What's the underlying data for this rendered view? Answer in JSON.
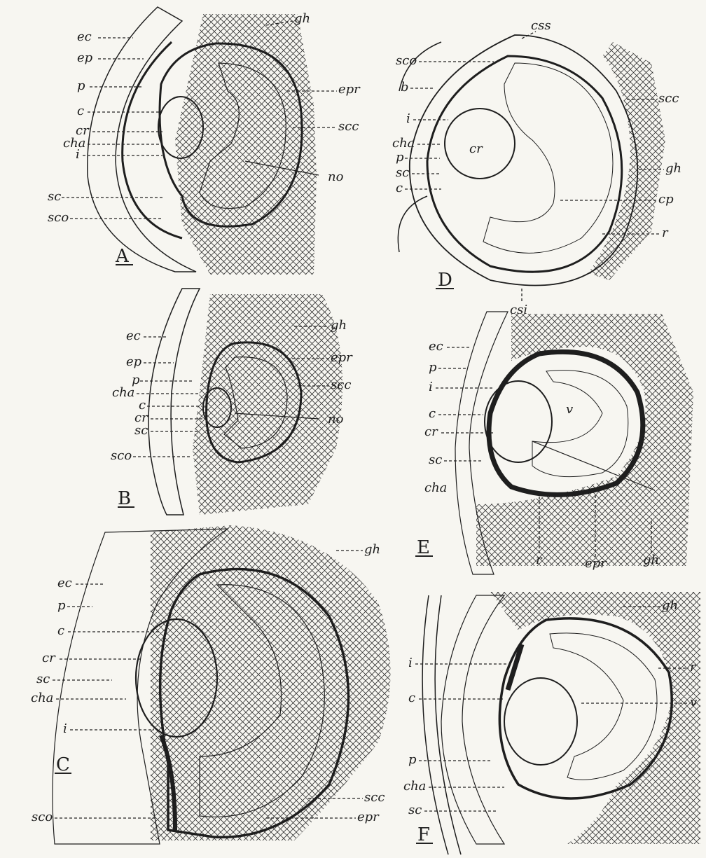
{
  "panels": {
    "A": {
      "letter": "A",
      "labels": {
        "ec": "ec",
        "ep": "ep",
        "p": "p",
        "c": "c",
        "cr": "cr",
        "cha": "cha",
        "i": "i",
        "sc": "sc",
        "sco": "sco",
        "gh": "gh",
        "epr": "epr",
        "scc": "scc",
        "no": "no"
      }
    },
    "B": {
      "letter": "B",
      "labels": {
        "ec": "ec",
        "ep": "ep",
        "p": "p",
        "cha": "cha",
        "c": "c",
        "cr": "cr",
        "sc": "sc",
        "sco": "sco",
        "gh": "gh",
        "epr": "epr",
        "scc": "scc",
        "no": "no"
      }
    },
    "C": {
      "letter": "C",
      "labels": {
        "ec": "ec",
        "p": "p",
        "c": "c",
        "cr": "cr",
        "sc": "sc",
        "cha": "cha",
        "i": "i",
        "sco": "sco",
        "gh": "gh",
        "scc": "scc",
        "epr": "epr"
      }
    },
    "D": {
      "letter": "D",
      "labels": {
        "sco": "sco",
        "b": "b",
        "i": "i",
        "cha": "cha",
        "p": "p",
        "sc": "sc",
        "c": "c",
        "cr": "cr",
        "css": "css",
        "scc": "scc",
        "gh": "gh",
        "cp": "cp",
        "r": "r",
        "csi": "csi"
      }
    },
    "E": {
      "letter": "E",
      "labels": {
        "ec": "ec",
        "p": "p",
        "i": "i",
        "c": "c",
        "cr": "cr",
        "sc": "sc",
        "cha": "cha",
        "v": "v",
        "r": "r",
        "epr": "epr",
        "gh": "gh"
      }
    },
    "F": {
      "letter": "F",
      "labels": {
        "gh": "gh",
        "i": "i",
        "c": "c",
        "p": "p",
        "cha": "cha",
        "sc": "sc",
        "r": "r",
        "v": "v"
      }
    }
  }
}
